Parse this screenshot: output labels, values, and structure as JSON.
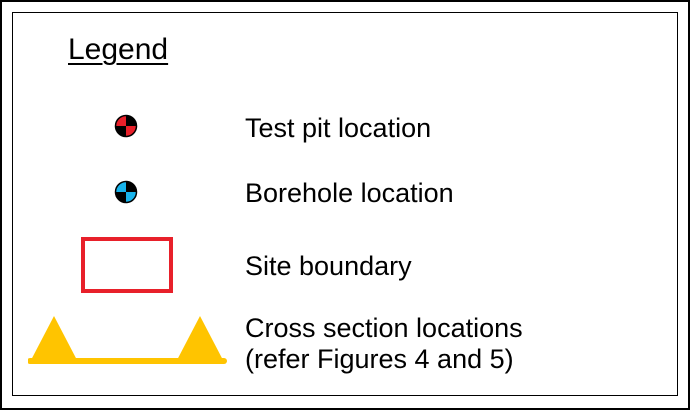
{
  "legend": {
    "title": "Legend",
    "items": [
      {
        "label": "Test pit location",
        "icon": "test-pit-icon",
        "color": "#e8202a"
      },
      {
        "label": "Borehole location",
        "icon": "borehole-icon",
        "color": "#18b4ec"
      },
      {
        "label": "Site boundary",
        "icon": "site-boundary-icon",
        "color": "#e8202a"
      },
      {
        "label_line1": "Cross section locations",
        "label_line2": "(refer Figures 4 and 5)",
        "icon": "cross-section-icon",
        "color": "#ffc400"
      }
    ]
  }
}
